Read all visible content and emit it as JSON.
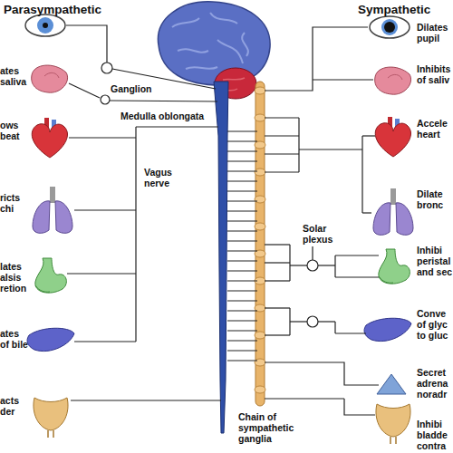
{
  "diagram": {
    "labels": [
      "Parasympathetic",
      "Sympathetic",
      "ates saliva",
      "ows beat",
      "ricts chi",
      "lates alsis retion",
      "ates of bile",
      "acts der",
      "Ganglion",
      "Medulla oblongata",
      "Vagus nerve",
      "Solar plexus",
      "Chain of sympathetic ganglia",
      "Dilates pupil",
      "Inhibits of saliv",
      "Accele heart",
      "Dilate bronc",
      "Inhibi peristal and sec",
      "Conve of glyc to gluc",
      "Secret adrena noradr",
      "Inhibi bladde contra"
    ]
  }
}
